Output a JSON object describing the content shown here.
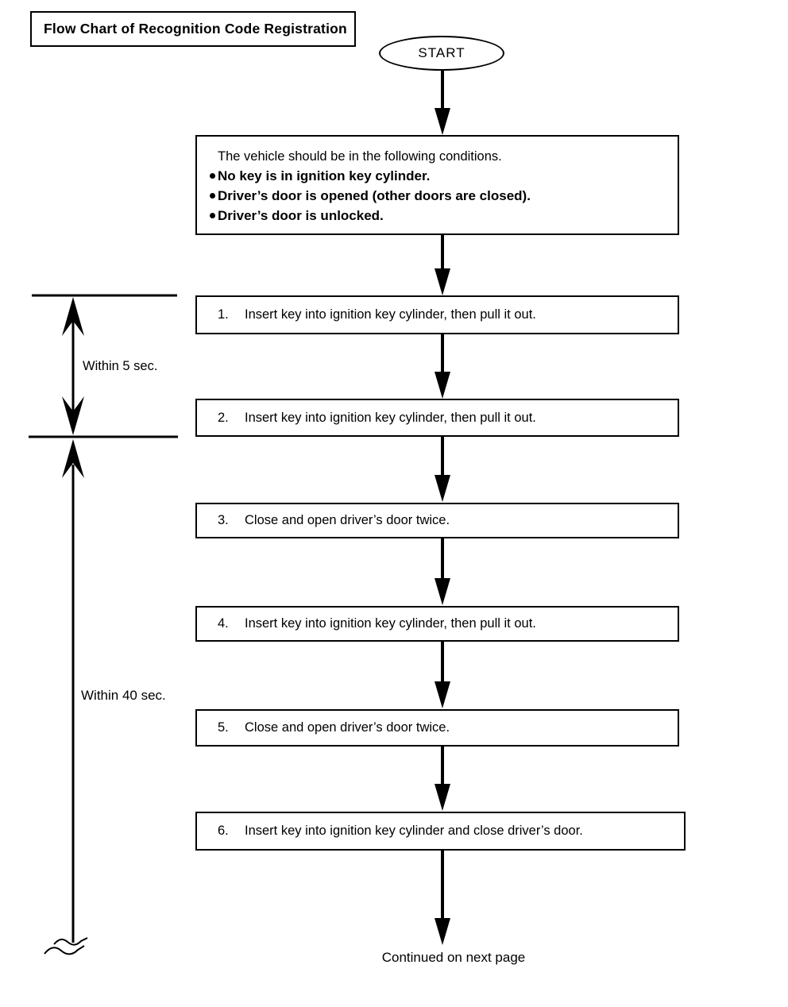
{
  "title": "Flow Chart of Recognition Code Registration",
  "start_label": "START",
  "conditions": {
    "intro": "The vehicle should be in the following conditions.",
    "bullets": [
      "No key is in ignition key cylinder.",
      "Driver’s door is opened (other doors are closed).",
      "Driver’s door is unlocked."
    ]
  },
  "steps": [
    {
      "number": "1.",
      "text": "Insert key into ignition key cylinder, then pull it out."
    },
    {
      "number": "2.",
      "text": "Insert key into ignition key cylinder, then pull it out."
    },
    {
      "number": "3.",
      "text": "Close and open driver’s door twice."
    },
    {
      "number": "4.",
      "text": "Insert key into ignition key cylinder, then pull it out."
    },
    {
      "number": "5.",
      "text": "Close and open driver’s door twice."
    },
    {
      "number": "6.",
      "text": "Insert key into ignition key cylinder and close driver’s door."
    }
  ],
  "timers": {
    "five_sec": "Within 5 sec.",
    "forty_sec": "Within 40 sec."
  },
  "footer": "Continued on next page",
  "colors": {
    "ink": "#000000",
    "background": "#ffffff"
  }
}
